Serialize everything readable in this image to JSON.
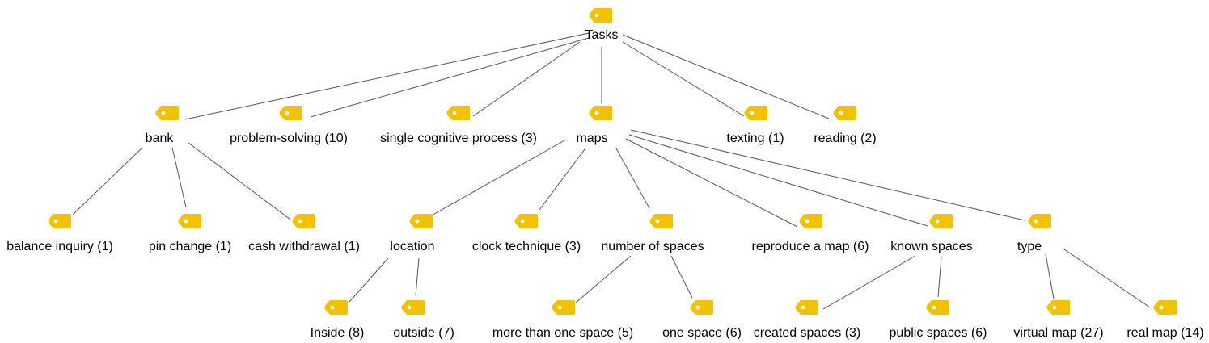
{
  "diagram": {
    "type": "code-tree",
    "colors": {
      "tag_fill": "#F2C200",
      "tag_hole": "#ffffff",
      "edge": "#555555",
      "text": "#000000"
    },
    "icon": "tag-icon",
    "nodes": [
      {
        "id": "tasks",
        "label": "Tasks"
      },
      {
        "id": "bank",
        "label": "bank",
        "parent": "tasks"
      },
      {
        "id": "problem_solving",
        "label": "problem-solving (10)",
        "parent": "tasks"
      },
      {
        "id": "single_cognitive",
        "label": "single cognitive process (3)",
        "parent": "tasks"
      },
      {
        "id": "maps",
        "label": "maps",
        "parent": "tasks"
      },
      {
        "id": "texting",
        "label": "texting (1)",
        "parent": "tasks"
      },
      {
        "id": "reading",
        "label": "reading (2)",
        "parent": "tasks"
      },
      {
        "id": "balance_inquiry",
        "label": "balance inquiry (1)",
        "parent": "bank"
      },
      {
        "id": "pin_change",
        "label": "pin change (1)",
        "parent": "bank"
      },
      {
        "id": "cash_withdrawal",
        "label": "cash withdrawal (1)",
        "parent": "bank"
      },
      {
        "id": "location",
        "label": "location",
        "parent": "maps"
      },
      {
        "id": "clock_technique",
        "label": "clock technique (3)",
        "parent": "maps"
      },
      {
        "id": "number_of_spaces",
        "label": "number of spaces",
        "parent": "maps"
      },
      {
        "id": "reproduce_map",
        "label": "reproduce a map (6)",
        "parent": "maps"
      },
      {
        "id": "known_spaces",
        "label": "known spaces",
        "parent": "maps"
      },
      {
        "id": "type",
        "label": "type",
        "parent": "maps"
      },
      {
        "id": "inside",
        "label": "Inside (8)",
        "parent": "location"
      },
      {
        "id": "outside",
        "label": "outside (7)",
        "parent": "location"
      },
      {
        "id": "more_than_one",
        "label": "more than one space (5)",
        "parent": "number_of_spaces"
      },
      {
        "id": "one_space",
        "label": "one space (6)",
        "parent": "number_of_spaces"
      },
      {
        "id": "created_spaces",
        "label": "created spaces (3)",
        "parent": "known_spaces"
      },
      {
        "id": "public_spaces",
        "label": "public spaces (6)",
        "parent": "known_spaces"
      },
      {
        "id": "virtual_map",
        "label": "virtual map (27)",
        "parent": "type"
      },
      {
        "id": "real_map",
        "label": "real map (14)",
        "parent": "type"
      }
    ]
  }
}
